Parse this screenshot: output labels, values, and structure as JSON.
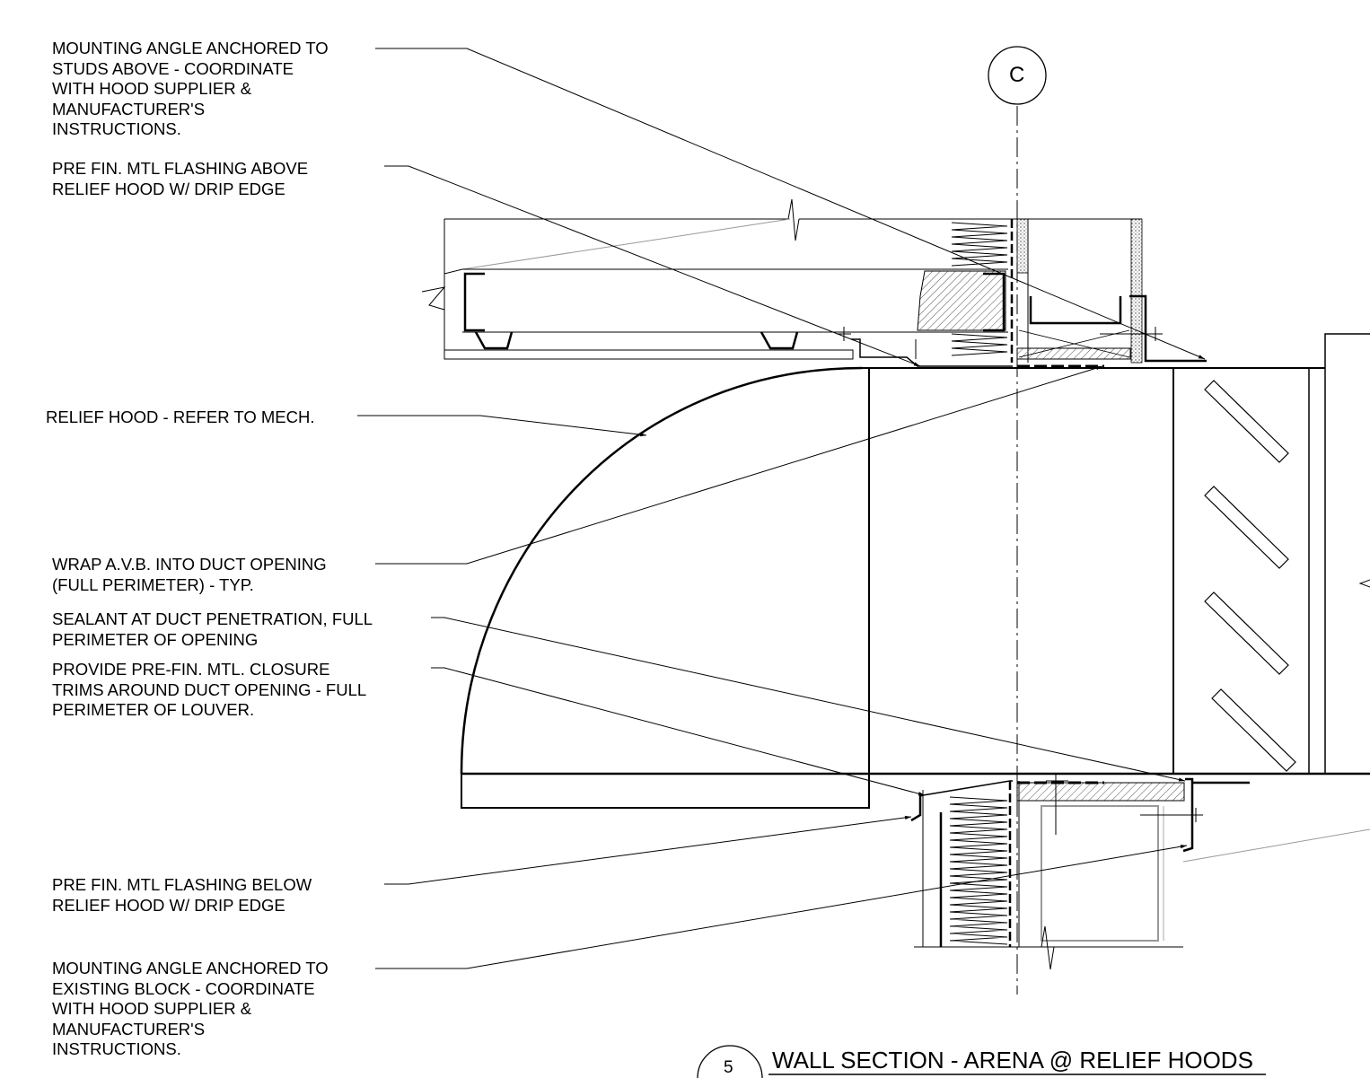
{
  "grid_line": {
    "label": "C"
  },
  "title_block": {
    "detail_number": "5",
    "title": "WALL SECTION - ARENA @ RELIEF HOODS"
  },
  "notes": [
    {
      "id": "mounting-angle-above",
      "text": "MOUNTING ANGLE ANCHORED TO\nSTUDS ABOVE - COORDINATE\nWITH HOOD SUPPLIER &\nMANUFACTURER'S\nINSTRUCTIONS."
    },
    {
      "id": "flashing-above",
      "text": "PRE FIN. MTL FLASHING ABOVE\nRELIEF HOOD W/ DRIP EDGE"
    },
    {
      "id": "relief-hood",
      "text": "RELIEF HOOD - REFER TO MECH."
    },
    {
      "id": "wrap-avb",
      "text": "WRAP A.V.B. INTO DUCT OPENING\n(FULL PERIMETER) - TYP."
    },
    {
      "id": "sealant",
      "text": "SEALANT AT DUCT PENETRATION, FULL\nPERIMETER OF OPENING"
    },
    {
      "id": "closure-trims",
      "text": "PROVIDE PRE-FIN. MTL. CLOSURE\nTRIMS AROUND DUCT OPENING - FULL\nPERIMETER OF LOUVER."
    },
    {
      "id": "flashing-below",
      "text": "PRE FIN. MTL FLASHING BELOW\nRELIEF HOOD W/ DRIP EDGE"
    },
    {
      "id": "mounting-angle-below",
      "text": "MOUNTING ANGLE ANCHORED TO\nEXISTING BLOCK - COORDINATE\nWITH HOOD SUPPLIER &\nMANUFACTURER'S\nINSTRUCTIONS."
    }
  ]
}
